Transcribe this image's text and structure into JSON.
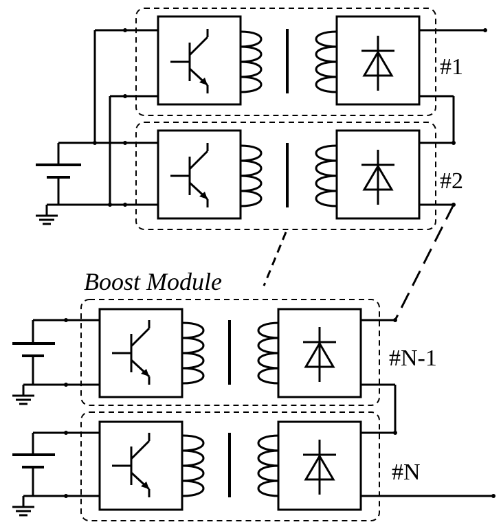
{
  "labels": {
    "module_1": "#1",
    "module_2": "#2",
    "module_n_minus_1": "#N-1",
    "module_n": "#N",
    "boost_module": "Boost Module"
  },
  "colors": {
    "stroke": "#000000",
    "background": "#ffffff"
  }
}
